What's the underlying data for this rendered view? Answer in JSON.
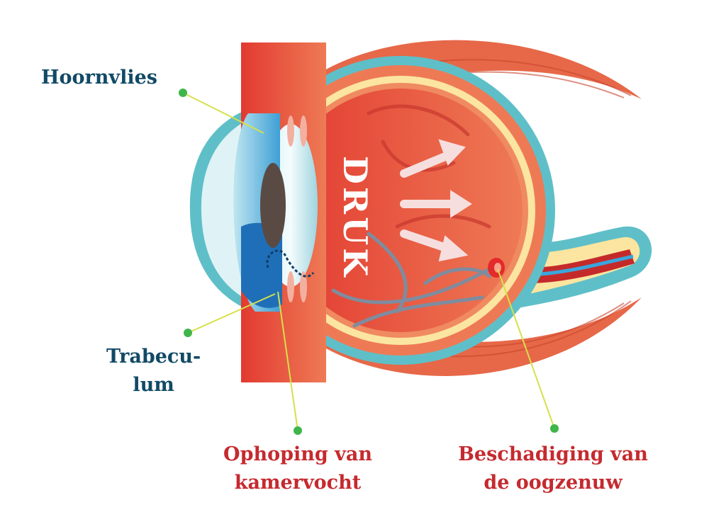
{
  "labels": {
    "cornea": "Hoornvlies",
    "trabeculum_line1": "Trabecu-",
    "trabeculum_line2": "lum",
    "fluid_line1": "Ophoping van",
    "fluid_line2": "kamervocht",
    "nerve_line1": "Beschadiging van",
    "nerve_line2": "de oogzenuw"
  },
  "pressure_text": "DRUK",
  "colors": {
    "label_blue": "#114a66",
    "label_red": "#c52a2f",
    "pointer_dot": "#3fb54a",
    "pointer_line": "#d6e04a",
    "sclera_teal": "#5fbfc8",
    "eye_red": "#e4483a",
    "retina_yellow": "#fbe5a0"
  }
}
